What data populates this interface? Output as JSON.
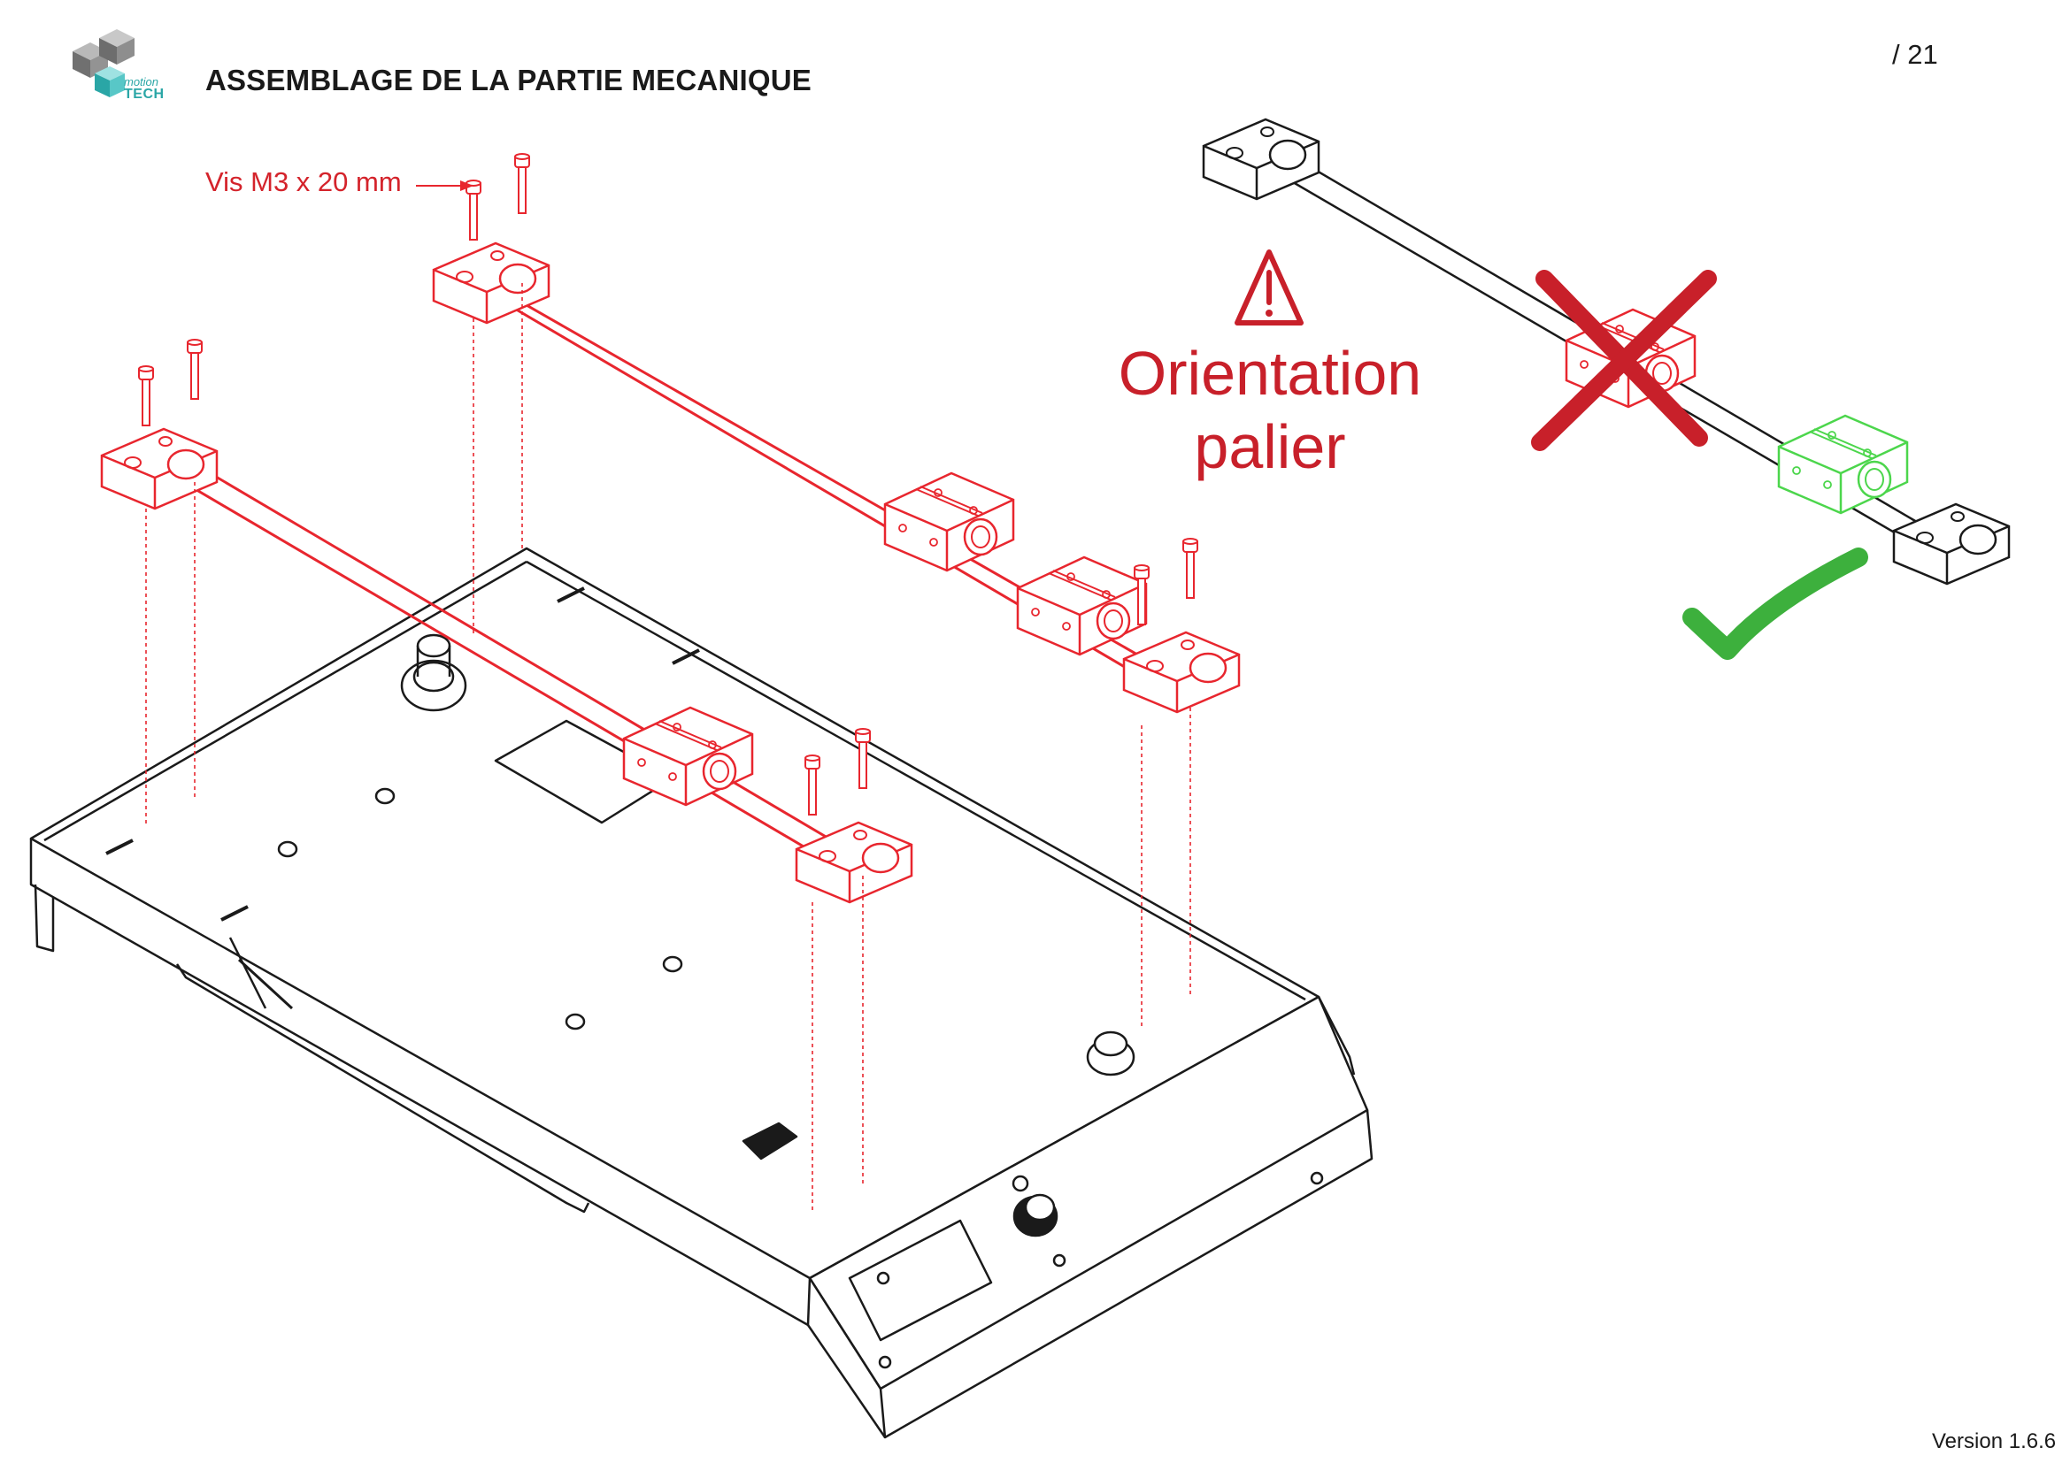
{
  "header": {
    "title": "ASSEMBLAGE DE LA PARTIE MECANIQUE",
    "page_number": "/ 21",
    "logo_text_small": "motion",
    "logo_text_big": "TECH"
  },
  "annotations": {
    "screw_label": "Vis M3 x 20 mm",
    "warning_line1": "Orientation",
    "warning_line2": "palier"
  },
  "footer": {
    "version": "Version 1.6.6"
  },
  "colors": {
    "parts_highlight": "#e8262e",
    "warning_red": "#c8202a",
    "correct_green": "#3db03d",
    "green_part": "#4cd64c",
    "line_black": "#1a1a1a",
    "logo_teal": "#2aa6a6"
  },
  "icons": {
    "warning": "warning-triangle-icon",
    "wrong": "red-cross-icon",
    "correct": "green-check-icon"
  }
}
